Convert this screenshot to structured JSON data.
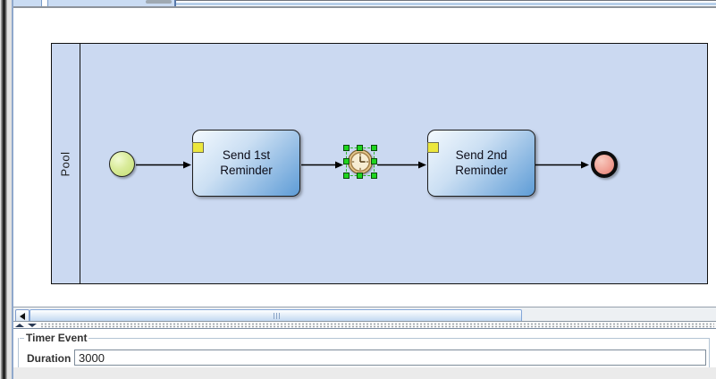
{
  "diagram": {
    "pool_label": "Pool",
    "start_event_name": "start-event",
    "tasks": [
      {
        "label": "Send 1st Reminder"
      },
      {
        "label": "Send 2nd Reminder"
      }
    ],
    "timer_event": {
      "name": "timer-intermediate-event",
      "selected": true
    },
    "end_event_name": "end-event"
  },
  "scrollbar": {
    "left_arrow_icon": "left-triangle"
  },
  "divider": {
    "collapse_icon": "up-triangle",
    "expand_icon": "down-triangle"
  },
  "properties_panel": {
    "group_title": "Timer Event",
    "fields": [
      {
        "label": "Duration",
        "value": "3000"
      }
    ]
  },
  "colors": {
    "pool_fill": "#cbd9f1",
    "task_gradient_top": "#f3f9fe",
    "task_gradient_bottom": "#5e9cd6",
    "selection_handle_green": "#1fd41f",
    "start_event_fill": "#d9eb9a",
    "end_event_fill": "#f0a195",
    "panel_border_blue": "#8fa8cc"
  }
}
